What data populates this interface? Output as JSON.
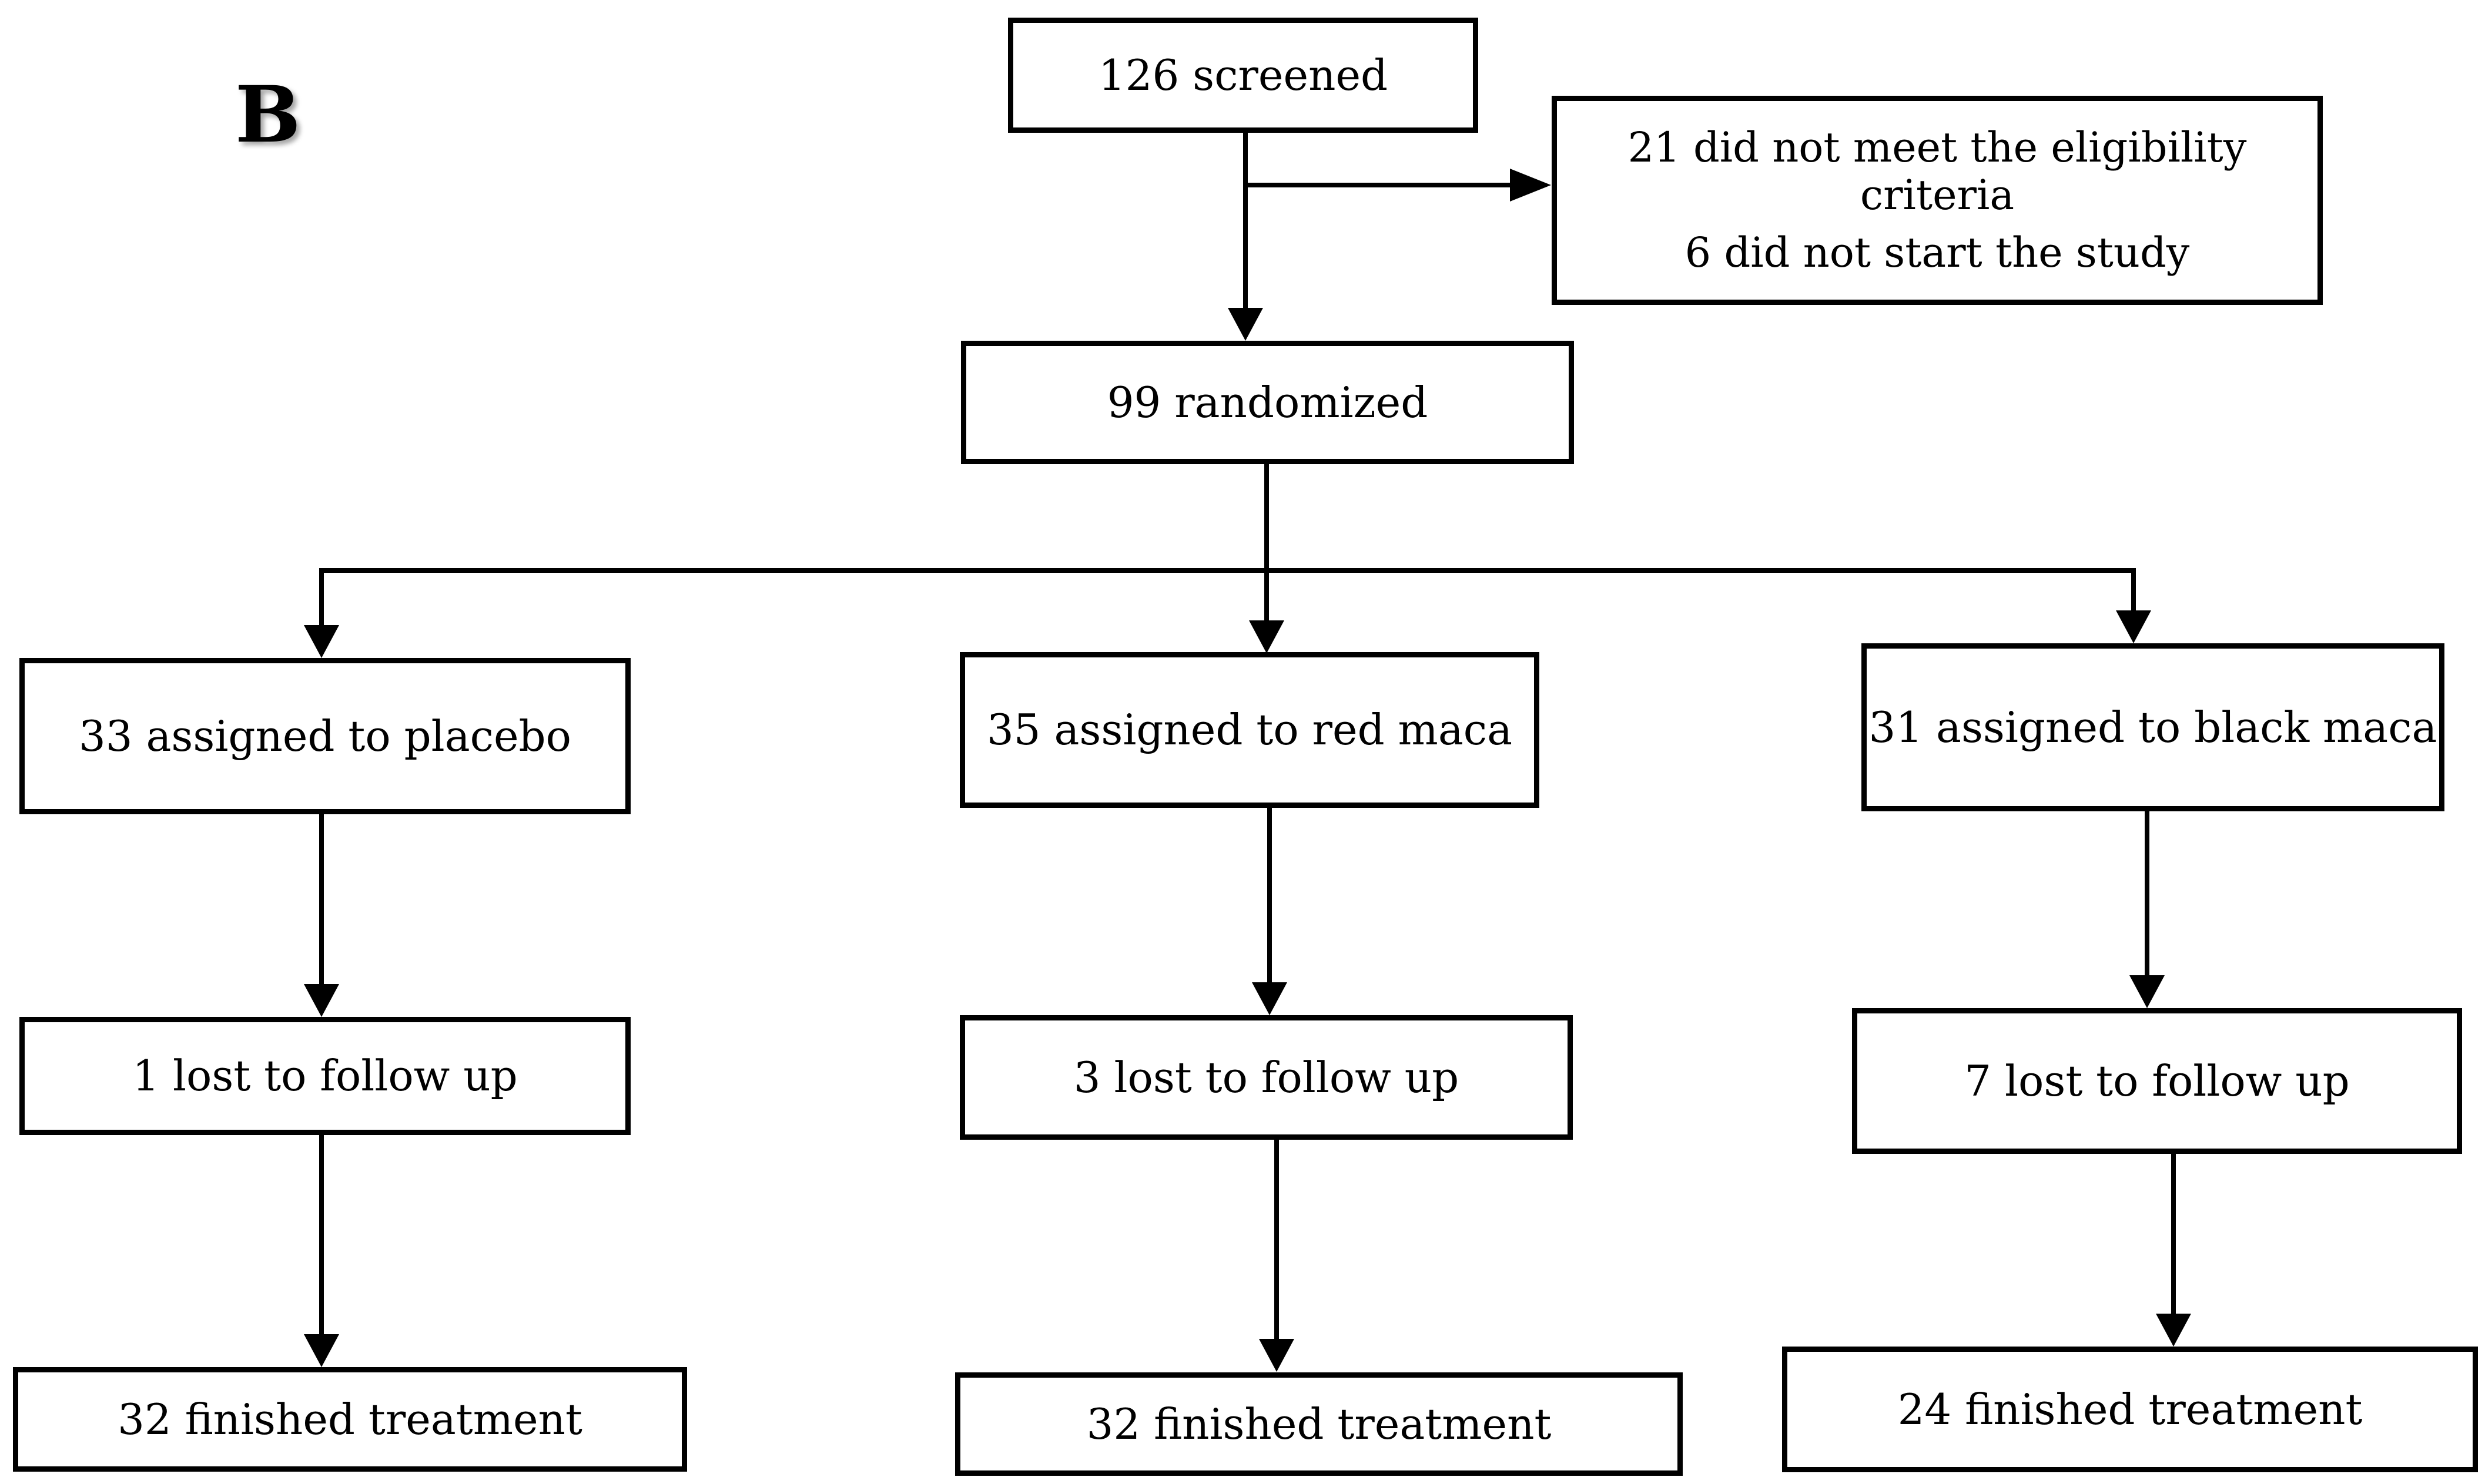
{
  "panel_label": "B",
  "diagram": {
    "screened": {
      "label": "126 screened"
    },
    "excluded": {
      "line1": "21 did not meet the eligibility criteria",
      "line2": "6 did not start the study"
    },
    "randomized": {
      "label": "99 randomized"
    },
    "arms": [
      {
        "name": "placebo",
        "assigned": "33 assigned to placebo",
        "lost": "1 lost to follow up",
        "finished": "32 finished treatment"
      },
      {
        "name": "red maca",
        "assigned": "35 assigned to red maca",
        "lost": "3 lost to follow up",
        "finished": "32 finished treatment"
      },
      {
        "name": "black maca",
        "assigned": "31 assigned to black maca",
        "lost": "7 lost to follow up",
        "finished": "24 finished treatment"
      }
    ],
    "colors": {
      "line": "#000000",
      "text": "#000000",
      "background": "#ffffff"
    }
  }
}
